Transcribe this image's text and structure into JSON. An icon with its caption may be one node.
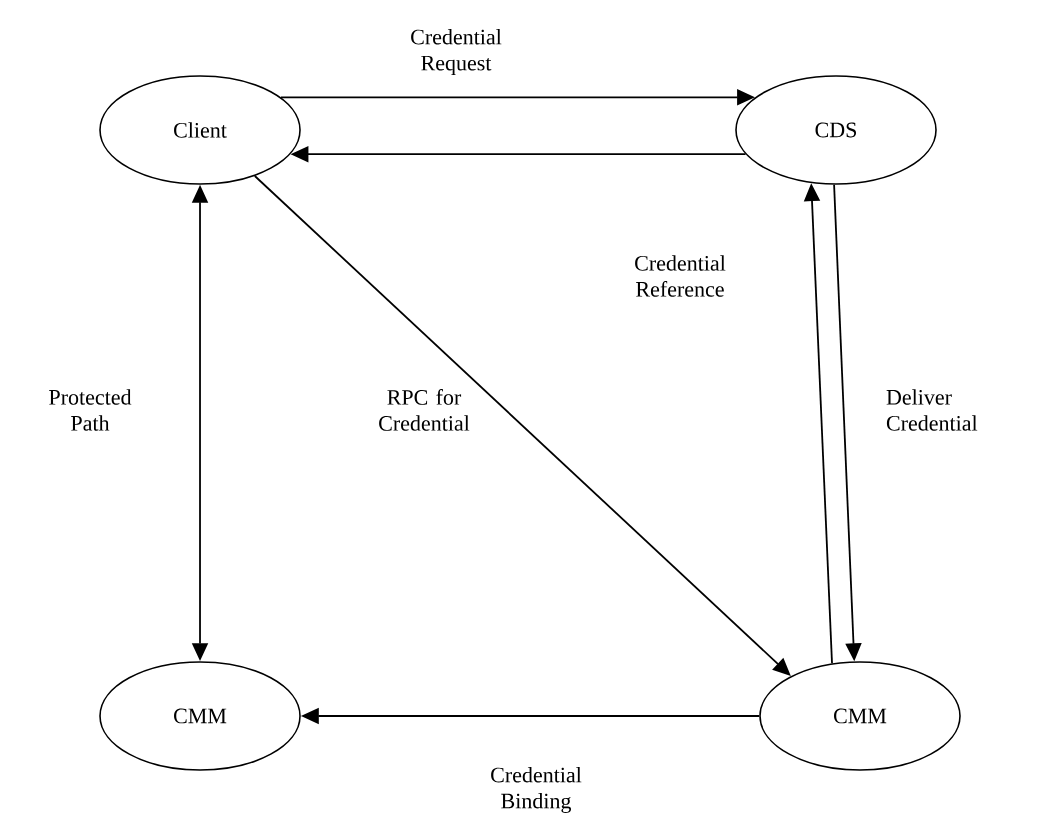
{
  "diagram": {
    "nodes": [
      {
        "text": [
          "Client"
        ]
      },
      {
        "text": [
          "CDS"
        ]
      },
      {
        "text": [
          "CMM"
        ]
      },
      {
        "text": [
          "CMM"
        ]
      }
    ],
    "edges": [
      {
        "from": 0,
        "to": 1,
        "arrow": "to",
        "label": "Credential Request"
      },
      {
        "from": 1,
        "to": 0,
        "arrow": "to"
      },
      {
        "from": 0,
        "to": 2,
        "arrow": "both",
        "label": "Protected Path"
      },
      {
        "from": 0,
        "to": 3,
        "arrow": "to",
        "label": "RPC for Credential"
      },
      {
        "from": 3,
        "to": 1,
        "arrow": "to",
        "label": "Credential Reference"
      },
      {
        "from": 1,
        "to": 3,
        "arrow": "to",
        "label": "Deliver Credential"
      },
      {
        "from": 3,
        "to": 2,
        "arrow": "to",
        "label": "Credential Binding"
      }
    ]
  }
}
